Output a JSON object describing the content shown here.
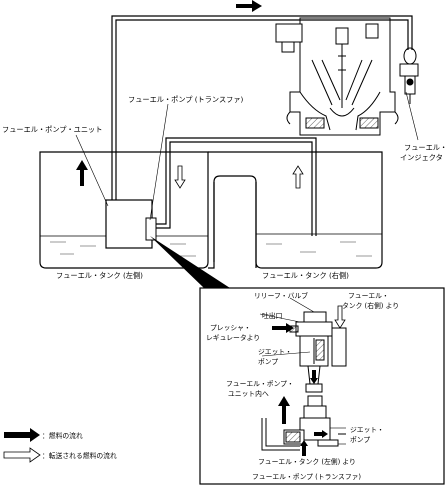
{
  "labels": {
    "pump_unit": "フューエル・ポンプ・ユニット",
    "transfer_pump": "フューエル・ポンプ (トランスファ)",
    "tank_left": "フューエル・タンク (左側)",
    "tank_right": "フューエル・タンク (右側)",
    "injector_line1": "フューエル・",
    "injector_line2": "インジェクタ"
  },
  "detail": {
    "relief_valve": "リリーフ・バルブ",
    "from_right_tank_line1": "フューエル・",
    "from_right_tank_line2": "タンク (右側) より",
    "outlet": "吐出口",
    "from_regulator_line1": "プレッシャ・",
    "from_regulator_line2": "レギュレータより",
    "jet_pump_upper_line1": "ジエット・",
    "jet_pump_upper_line2": "ポンプ",
    "to_pump_unit_line1": "フューエル・ポンプ・",
    "to_pump_unit_line2": "ユニット内へ",
    "jet_pump_lower_line1": "ジエット・",
    "jet_pump_lower_line2": "ポンプ",
    "from_left_tank": "フューエル・タンク (左側) より",
    "caption": "フューエル・ポンプ (トランスファ)"
  },
  "legend": {
    "fuel_flow": "：燃料の流れ",
    "transferred_fuel_flow": "：転送される燃料の流れ"
  }
}
